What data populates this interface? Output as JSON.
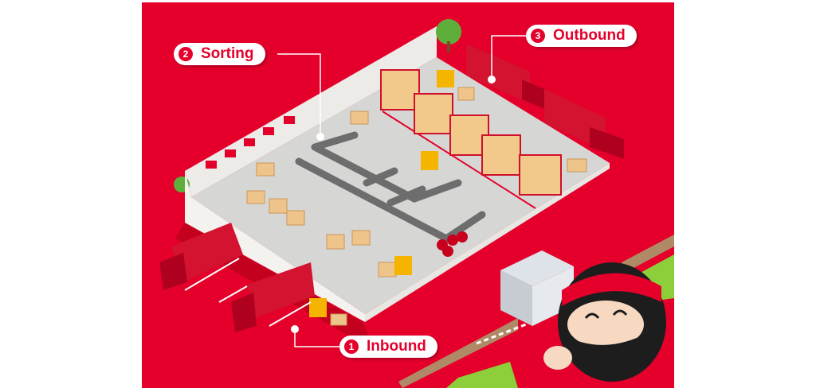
{
  "colors": {
    "background": "#e4002b",
    "floor": "#d6d6d4",
    "wall": "#f2f0ec",
    "label_text": "#e4002b"
  },
  "labels": [
    {
      "number": "1",
      "text": "Inbound"
    },
    {
      "number": "2",
      "text": "Sorting"
    },
    {
      "number": "3",
      "text": "Outbound"
    }
  ]
}
